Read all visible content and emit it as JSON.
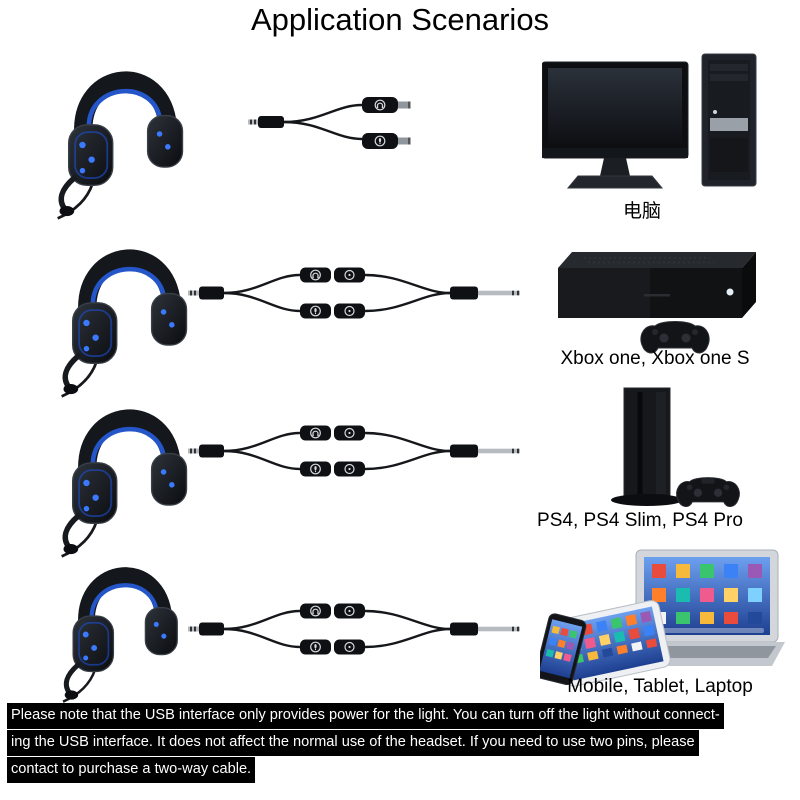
{
  "page": {
    "title": "Application Scenarios",
    "background": "#ffffff"
  },
  "rows": [
    {
      "headset": "gaming-headset-with-mic",
      "cable": "y-splitter-cable",
      "device": "desktop-computer",
      "label": "电脑"
    },
    {
      "headset": "gaming-headset-with-mic",
      "cable": "two-way-adapter-cable",
      "device": "xbox-one-console-with-controller",
      "label": "Xbox one, Xbox one S"
    },
    {
      "headset": "gaming-headset-with-mic",
      "cable": "two-way-adapter-cable",
      "device": "ps4-console-with-controller",
      "label": "PS4, PS4 Slim, PS4 Pro"
    },
    {
      "headset": "gaming-headset-with-mic",
      "cable": "two-way-adapter-cable",
      "device": "smartphone-tablet-laptop",
      "label": "Mobile, Tablet, Laptop"
    }
  ],
  "note": {
    "lines": [
      "Please note that the USB interface only provides power for the light. You can turn off the light without connect-",
      "ing the USB interface. It does not affect the normal use of the headset. If you need to use two pins, please",
      "contact to purchase a two-way cable."
    ],
    "text_color": "#ffffff",
    "background_color": "#000000"
  },
  "icons": {
    "headphone_connector_icon": "circle-with-headphone-glyph",
    "mic_connector_icon": "circle-with-mic-glyph",
    "plain_connector_icon": "circle-with-dot-glyph"
  },
  "colors": {
    "headset_accent_blue": "#2456c9",
    "led_blue": "#3b79ff",
    "screen_blue": "#3b82f6"
  }
}
